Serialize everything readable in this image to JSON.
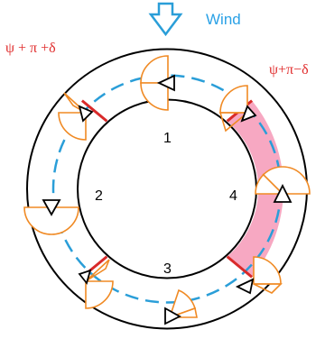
{
  "wind": {
    "label": "Wind",
    "color": "#2aa1e6"
  },
  "angles": {
    "left": "ψ + π +δ",
    "right": "ψ+π−δ",
    "color": "#e02b2b"
  },
  "zones": [
    "1",
    "2",
    "3",
    "4"
  ],
  "colors": {
    "ring": "#000000",
    "path": "#2a9ed8",
    "sector_fill": "#f7a8c2",
    "blade": "#f08a24",
    "marker": "#d92a2a"
  }
}
